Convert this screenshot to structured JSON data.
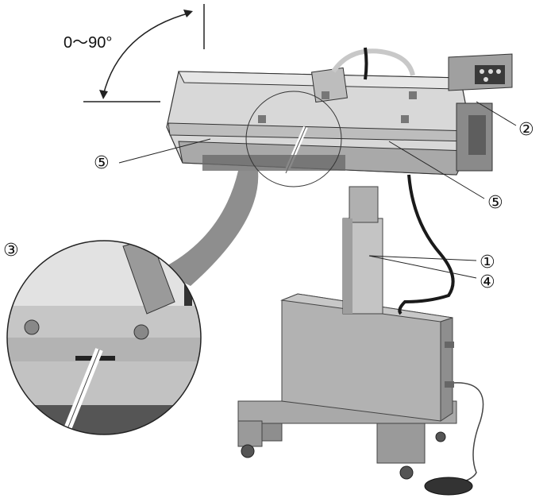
{
  "angle_label": "0〜90°",
  "callouts": {
    "c1": "①",
    "c2": "②",
    "c3": "③",
    "c4": "④",
    "c5_left": "⑤",
    "c5_right": "⑤"
  },
  "colors": {
    "metal_light": "#d8d8d8",
    "metal_mid": "#b9b9b9",
    "metal_dark": "#8e8e8e",
    "shadow": "#5a5a5a",
    "outline": "#222222",
    "cable": "#1a1a1a",
    "panel_dark": "#3a3a3a",
    "zoom_fill": "#7a7a7a"
  }
}
